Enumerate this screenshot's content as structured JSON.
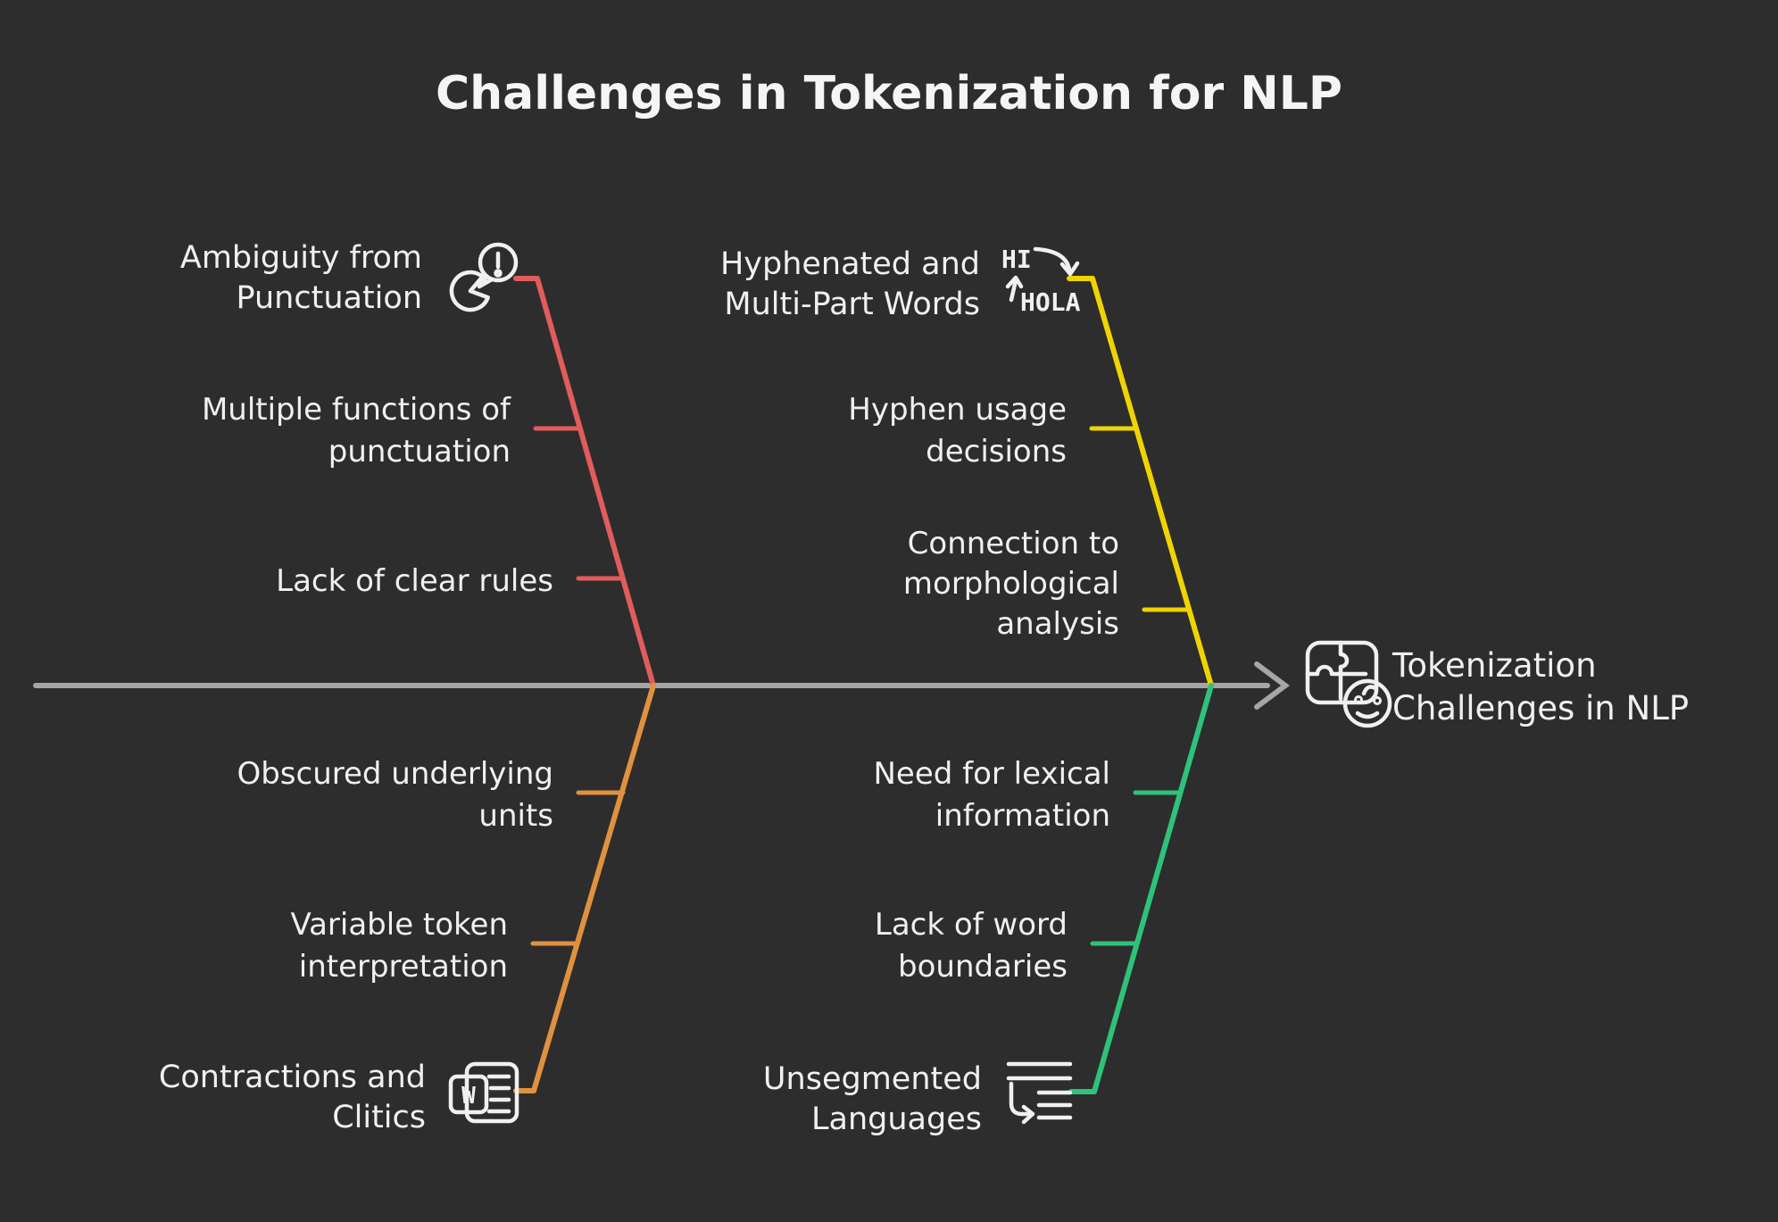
{
  "title": "Challenges in Tokenization for NLP",
  "colors": {
    "background": "#2d2d2d",
    "text": "#f0f0f0",
    "spine": "#a6a6a6",
    "red": "#e25c5c",
    "yellow": "#f0d402",
    "orange": "#e0913f",
    "green": "#2ec27b"
  },
  "effect": {
    "lines": [
      "Tokenization",
      "Challenges in NLP"
    ],
    "icon": "puzzle-smiley"
  },
  "branches": [
    {
      "id": "ambiguity-from-punctuation",
      "position": "top-left",
      "color_key": "red",
      "head": {
        "lines": [
          "Ambiguity from",
          "Punctuation"
        ],
        "icon": "punctuation-alert"
      },
      "items": [
        {
          "lines": [
            "Multiple functions of",
            "punctuation"
          ]
        },
        {
          "lines": [
            "Lack of clear rules"
          ]
        }
      ]
    },
    {
      "id": "hyphenated-and-multi-part-words",
      "position": "top-right",
      "color_key": "yellow",
      "head": {
        "lines": [
          "Hyphenated and",
          "Multi-Part Words"
        ],
        "icon": "hi-hola-translation",
        "icon_text_top": "HI",
        "icon_text_bottom": "HOLA"
      },
      "items": [
        {
          "lines": [
            "Hyphen usage",
            "decisions"
          ]
        },
        {
          "lines": [
            "Connection to",
            "morphological",
            "analysis"
          ]
        }
      ]
    },
    {
      "id": "contractions-and-clitics",
      "position": "bottom-left",
      "color_key": "orange",
      "head": {
        "lines": [
          "Contractions and",
          "Clitics"
        ],
        "icon": "word-document",
        "icon_text": "W"
      },
      "items": [
        {
          "lines": [
            "Obscured underlying",
            "units"
          ]
        },
        {
          "lines": [
            "Variable token",
            "interpretation"
          ]
        }
      ]
    },
    {
      "id": "unsegmented-languages",
      "position": "bottom-right",
      "color_key": "green",
      "head": {
        "lines": [
          "Unsegmented",
          "Languages"
        ],
        "icon": "wrap-text"
      },
      "items": [
        {
          "lines": [
            "Need for lexical",
            "information"
          ]
        },
        {
          "lines": [
            "Lack of word",
            "boundaries"
          ]
        }
      ]
    }
  ]
}
